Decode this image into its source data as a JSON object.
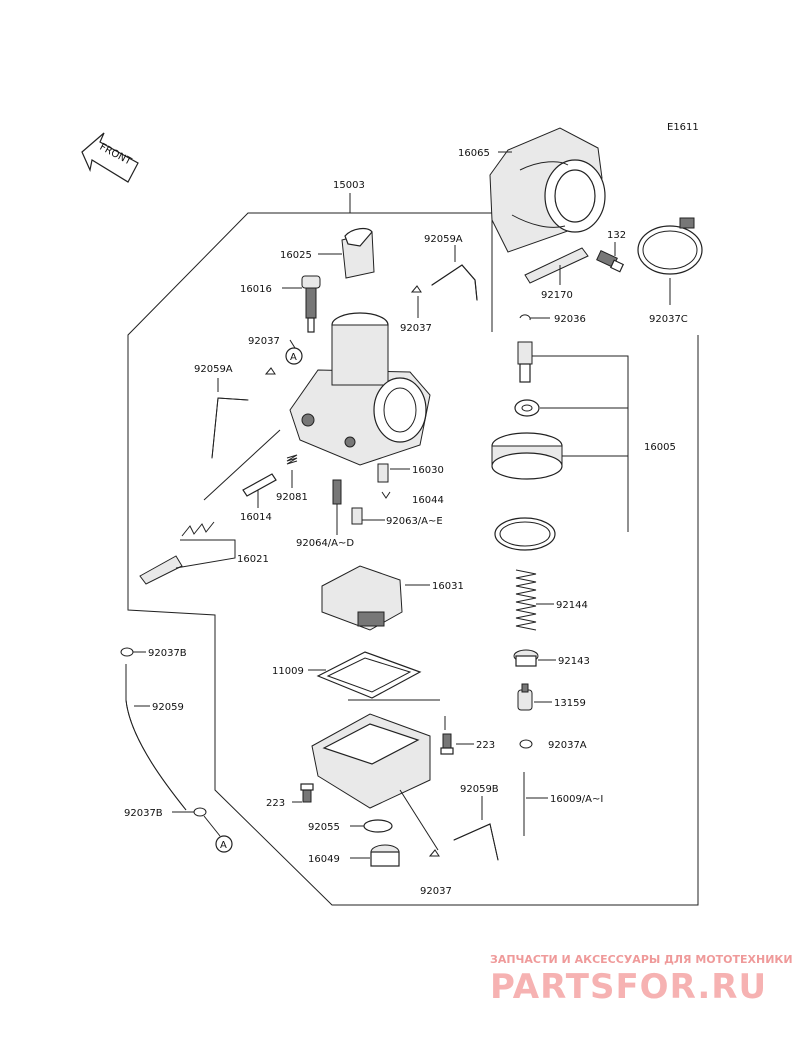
{
  "diagram": {
    "code": "E1611",
    "front_label": "FRONT",
    "callout_a": "A",
    "labels": {
      "p15003": "15003",
      "p16065": "16065",
      "p16025": "16025",
      "p92059A_top": "92059A",
      "p132": "132",
      "p16016": "16016",
      "p92170": "92170",
      "p92037_top": "92037",
      "p92036": "92036",
      "p92037C": "92037C",
      "p92037_left": "92037",
      "p92059A_left": "92059A",
      "p16005": "16005",
      "p16030": "16030",
      "p92081": "92081",
      "p16044": "16044",
      "p16014": "16014",
      "p92063": "92063/A~E",
      "p92064": "92064/A~D",
      "p16021": "16021",
      "p16031": "16031",
      "p92144": "92144",
      "p92037B_top": "92037B",
      "p92143": "92143",
      "p11009": "11009",
      "p92059": "92059",
      "p13159": "13159",
      "p223_right": "223",
      "p92037A": "92037A",
      "p223_left": "223",
      "p92059B": "92059B",
      "p16009": "16009/A~I",
      "p92037B_bottom": "92037B",
      "p92055": "92055",
      "p16049": "16049",
      "p92037_bottom": "92037"
    }
  },
  "watermark": {
    "caption": "ЗАПЧАСТИ И АКСЕССУАРЫ ДЛЯ МОТОТЕХНИКИ",
    "brand": "PARTSFOR.RU",
    "color": "#f6b2b2"
  }
}
